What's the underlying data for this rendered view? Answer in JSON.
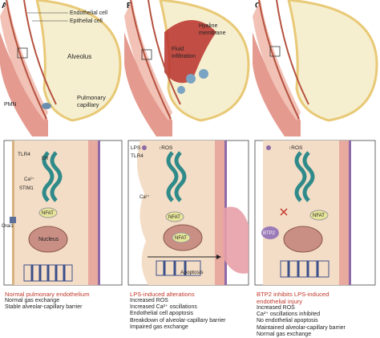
{
  "panels": {
    "a": {
      "letter": "A",
      "labels": {
        "endothelial": "Endothelial cell",
        "epithelial": "Epithelial cell",
        "alveolus": "Alveolus",
        "pmn": "PMN",
        "capillary_1": "Pulmonary",
        "capillary_2": "capillary"
      },
      "cell": {
        "tlr4": "TLR4",
        "er": "ER",
        "ca": "Ca²⁺",
        "stim1": "STIM1",
        "nfat": "NFAT",
        "nucleus": "Nucleus",
        "orai1": "Orai1"
      },
      "caption": {
        "title": "Normal pulmonary endothelium",
        "lines": [
          "Normal gas exchange",
          "Stable alveolar-capillary barrier"
        ]
      }
    },
    "b": {
      "letter": "B",
      "labels": {
        "hyaline_1": "Hyaline",
        "hyaline_2": "membrane",
        "fluid_1": "Fluid",
        "fluid_2": "infiltration"
      },
      "cell": {
        "lps": "LPS",
        "ros": "↑ROS",
        "tlr4": "TLR4",
        "ca": "Ca²⁺",
        "nfat": "NFAT",
        "nfat2": "NFAT",
        "apoptosis": "Apoptosis"
      },
      "caption": {
        "title_1": "LPS-induced alterations",
        "lines": [
          "Increased ROS",
          "Increased Ca²⁺ oscillations",
          "Endothelial cell apoptosis",
          "Breakdown of alveolar-capillary barrier",
          "Impaired gas exchange"
        ]
      }
    },
    "c": {
      "letter": "C",
      "cell": {
        "ros": "↑ROS",
        "btp2": "BTP2",
        "nfat": "NFAT"
      },
      "caption": {
        "title_1": "BTP2 inhibits LPS-induced",
        "title_2": "endothelial injury",
        "lines": [
          "Increased ROS",
          "Ca²⁺ oscillations inhibited",
          "No endothelial apoptosis",
          "Maintained alveolar-capillary barrier",
          "Normal gas exchange"
        ]
      }
    }
  },
  "colors": {
    "vessel": "#e59a8f",
    "vessel_inner": "#f2c2b6",
    "cell_bg": "#f4ddc6",
    "alveolus": "#f6efcf",
    "er": "#2f8a8a",
    "title_red": "#c0392b"
  }
}
